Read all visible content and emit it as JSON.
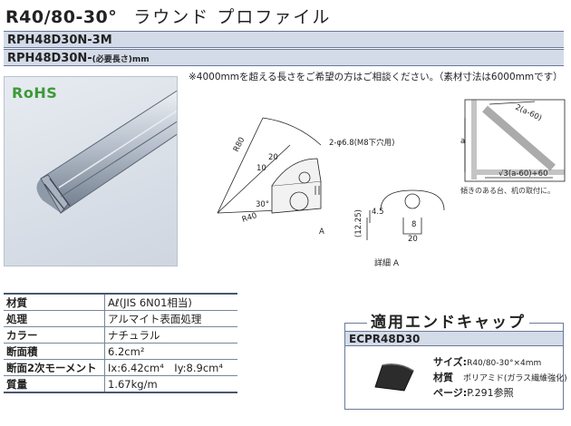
{
  "header": {
    "code": "R40/80-30°",
    "name": "ラウンド プロファイル"
  },
  "models": {
    "standard": "RPH48D30N-3M",
    "custom_prefix": "RPH48D30N-",
    "custom_paren": "(必要長さ)",
    "custom_unit": "mm"
  },
  "note": "※4000mmを超える長さをご希望の方はご相談ください。（素材寸法は6000mmです）",
  "logo": {
    "rohs": "RoHS"
  },
  "drawing": {
    "r80": "R80",
    "r40": "R40",
    "d10": "10",
    "d20": "20",
    "angle": "30°",
    "hole_note": "2-φ6.8(M8下穴用)",
    "label_a": "A",
    "detail_12_25": "(12.25)",
    "detail_4_5": "4.5",
    "detail_8": "8",
    "detail_20": "20",
    "detail_label": "詳細 A",
    "inst_dim1": "2(a-60)",
    "inst_dim2": "a",
    "inst_dim3": "√3(a-60)+60",
    "inst_caption": "傾きのある台、机の取付に。"
  },
  "spec": {
    "rows": [
      {
        "k": "材質",
        "v": "Aℓ(JIS 6N01相当)"
      },
      {
        "k": "処理",
        "v": "アルマイト表面処理"
      },
      {
        "k": "カラー",
        "v": "ナチュラル"
      },
      {
        "k": "断面積",
        "v": "6.2cm²"
      },
      {
        "k": "断面2次モーメント",
        "v": "Ix:6.42cm⁴　Iy:8.9cm⁴"
      },
      {
        "k": "質量",
        "v": "1.67kg/m"
      }
    ]
  },
  "endcap": {
    "title": "適用エンドキャップ",
    "model": "ECPR48D30",
    "size_label": "サイズ:",
    "size": "R40/80-30°×4mm",
    "material_label": "材質",
    "material": "ポリアミド(ガラス繊維強化)",
    "page_label": "ページ:",
    "page": "P.291参照"
  },
  "colors": {
    "header_bar": "#d4dbe8",
    "border": "#6a7a99",
    "rohs_green": "#3c9a36"
  }
}
